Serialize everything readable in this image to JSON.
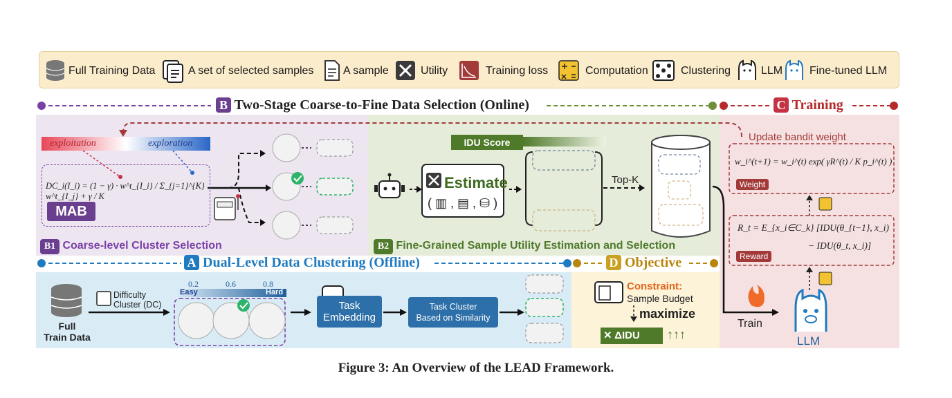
{
  "legend": {
    "items": [
      {
        "label": "Full Training Data",
        "icon": "database-icon"
      },
      {
        "label": "A set of selected samples",
        "icon": "sample-set-icon"
      },
      {
        "label": "A sample",
        "icon": "document-icon"
      },
      {
        "label": "Utility",
        "icon": "tools-icon"
      },
      {
        "label": "Training loss",
        "icon": "loss-chart-icon"
      },
      {
        "label": "Computation",
        "icon": "calculator-icon"
      },
      {
        "label": "Clustering",
        "icon": "cluster-icon"
      },
      {
        "label": "LLM",
        "icon": "llama-icon"
      },
      {
        "label": "Fine-tuned LLM",
        "icon": "llama-blue-icon"
      }
    ]
  },
  "sections": {
    "b": {
      "badge": "B",
      "title": "Two-Stage Coarse-to-Fine Data Selection (Online)"
    },
    "c": {
      "badge": "C",
      "title": "Training"
    },
    "a": {
      "badge": "A",
      "title": "Dual-Level Data Clustering (Offline)"
    },
    "d": {
      "badge": "D",
      "title": "Objective"
    }
  },
  "b1": {
    "badge": "B1",
    "title": "Coarse-level Cluster Selection",
    "exploitation": "exploitation",
    "exploration": "exploration",
    "equation": "DC_i(I_i) = (1 − γ) · w^t_{I_i} / Σ_{j=1}^{K} w^t_{I_j} + γ / K",
    "mab": "MAB"
  },
  "b2": {
    "badge": "B2",
    "title": "Fine-Grained Sample Utility Estimation and Selection",
    "idu_score": "IDU Score",
    "estimate": "Estimate",
    "topk": "Top-K"
  },
  "c": {
    "update": "Update bandit weight",
    "weight_eq": "w_i^(t+1) = w_i^(t) exp( γR^(t) / K p_i^(t) )",
    "weight_tag": "Weight",
    "reward_eq1": "R_t = E_{x_i∈C_k} [IDU(θ_{t−1}, x_i)",
    "reward_eq2": "− IDU(θ_t, x_i)]",
    "reward_tag": "Reward",
    "train": "Train",
    "llm": "LLM"
  },
  "a": {
    "full_data": "Full\nTrain Data",
    "difficulty": "Difficulty\nCluster (DC)",
    "scale_values": [
      "0.2",
      "0.6",
      "0.8"
    ],
    "easy": "Easy",
    "hard": "Hard",
    "task_embedding": "Task\nEmbedding",
    "task_cluster": "Task Cluster\nBased on Similarity"
  },
  "d": {
    "constraint": "Constraint:",
    "budget": "Sample Budget",
    "maximize": "maximize",
    "idu": "ΔIDU"
  },
  "caption": "Figure 3: An Overview of the LEAD Framework.",
  "colors": {
    "purple": "#7b3fa6",
    "green": "#6e8f3a",
    "red": "#b52b2b",
    "blue": "#1f7ac0",
    "gold": "#b8860b"
  }
}
